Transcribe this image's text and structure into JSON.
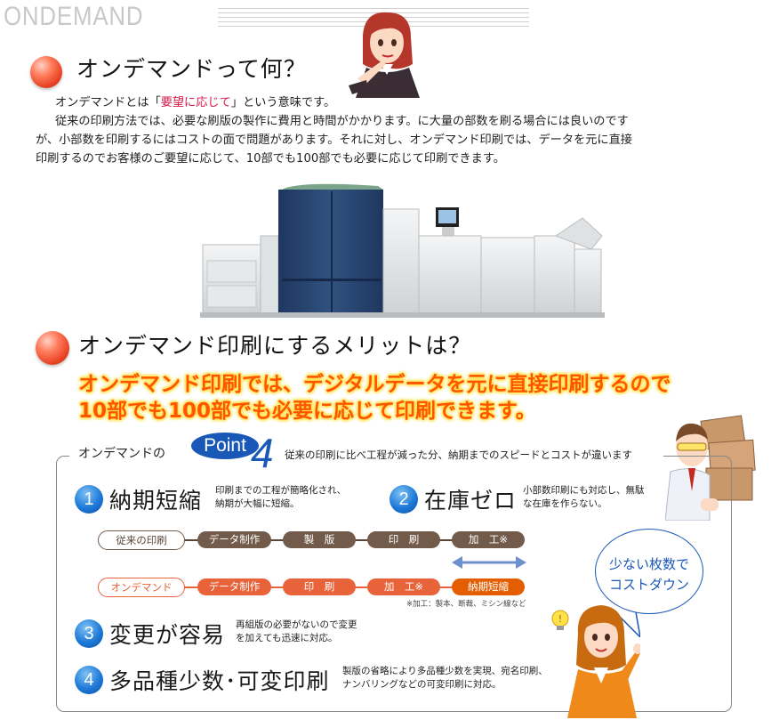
{
  "header": {
    "brand": "ONDEMAND"
  },
  "section1": {
    "title": "オンデマンドって何？",
    "line1_before": "オンデマンドとは「",
    "line1_highlight": "要望に応じて",
    "line1_after": "」という意味です。",
    "line2": "従来の印刷方法では、必要な刷版の製作に費用と時間がかかります。に大量の部数を刷る場合には良いのです",
    "line3": "が、小部数を印刷するにはコストの面で問題があります。それに対し、オンデマンド印刷では、データを元に直接",
    "line4": "印刷するのでお客様のご要望に応じて、10部でも100部でも必要に応じて印刷できます。"
  },
  "section2": {
    "title": "オンデマンド印刷にするメリットは？",
    "headline1": "オンデマンド印刷では、デジタルデータを元に直接印刷するので",
    "headline2": "10部でも100部でも必要に応じて印刷できます。"
  },
  "points_box": {
    "title": "オンデマンドの",
    "point_label": "Point",
    "point_number": "4",
    "description": "従来の印刷に比べ工程が減った分、納期までのスピードとコストが違います",
    "features": [
      {
        "number": "1",
        "title": "納期短縮",
        "desc1": "印刷までの工程が簡略化され、",
        "desc2": "納期が大幅に短縮。"
      },
      {
        "number": "2",
        "title": "在庫ゼロ",
        "desc1": "小部数印刷にも対応し、無駄",
        "desc2": "な在庫を作らない。"
      },
      {
        "number": "3",
        "title": "変更が容易",
        "desc1": "再組版の必要がないので変更",
        "desc2": "を加えても迅速に対応。"
      },
      {
        "number": "4",
        "title": "多品種少数･可変印刷",
        "desc1": "製版の省略により多品種少数を実現、宛名印刷、",
        "desc2": "ナンバリングなどの可変印刷に対応。"
      }
    ],
    "flow_conventional": {
      "label": "従来の印刷",
      "steps": [
        "データ制作",
        "製　版",
        "印　刷",
        "加　工※"
      ]
    },
    "flow_ondemand": {
      "label": "オンデマンド",
      "steps": [
        "データ制作",
        "印　刷",
        "加　工※",
        "納期短縮"
      ]
    },
    "footnote": "※加工：製本、断裁、ミシン線など",
    "bubble_line1": "少ない枚数で",
    "bubble_line2": "コストダウン"
  },
  "colors": {
    "accent_blue": "#1a58b8",
    "headline_orange": "#ff5500",
    "highlight_red": "#d6194b",
    "flow_brown": "#735b4b",
    "flow_orange": "#e8633a"
  }
}
